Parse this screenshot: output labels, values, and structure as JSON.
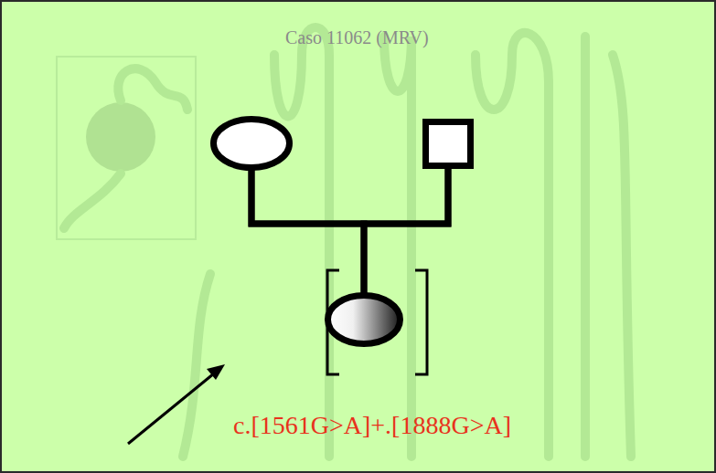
{
  "diagram": {
    "title": "Caso 11062 (MRV)",
    "nodes": [
      {
        "text": []
      },
      {
        "text": []
      },
      {
        "text": [
          "c.[1561G>A]+.[1888G>A]"
        ]
      }
    ],
    "edges": [
      {
        "from": 0,
        "to": 1,
        "arrow": "none"
      },
      {
        "from": 0,
        "to": 2,
        "arrow": "none"
      },
      {
        "from": 1,
        "to": 2,
        "arrow": "none"
      }
    ]
  }
}
